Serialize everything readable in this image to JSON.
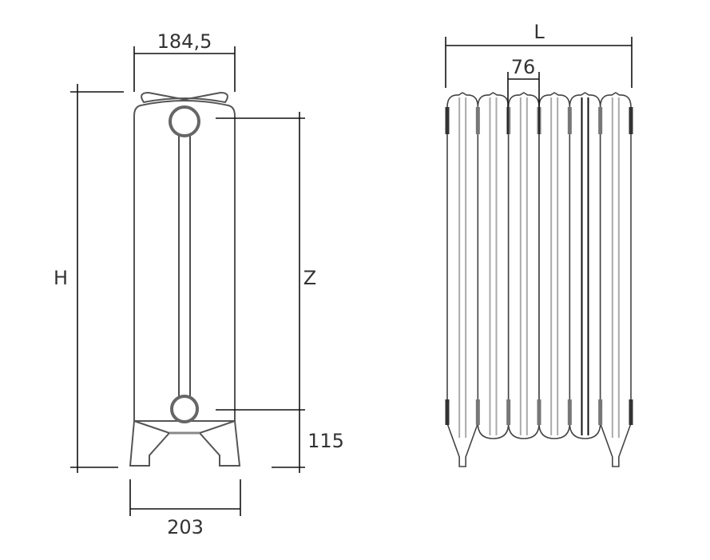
{
  "front_view": {
    "width_top": "184,5",
    "height_label": "H",
    "axis_distance_label": "Z",
    "bottom_offset": "115",
    "depth_feet": "203"
  },
  "side_view": {
    "length_label": "L",
    "section_pitch": "76",
    "sections": 6
  }
}
